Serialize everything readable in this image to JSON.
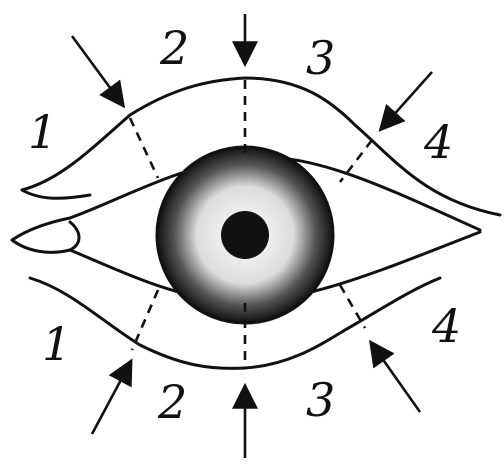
{
  "upper_labels": [
    "1",
    "2",
    "3",
    "4"
  ],
  "lower_labels": [
    "1",
    "2",
    "3",
    "4"
  ],
  "colors": {
    "ink": "#111111",
    "background": "#ffffff"
  }
}
